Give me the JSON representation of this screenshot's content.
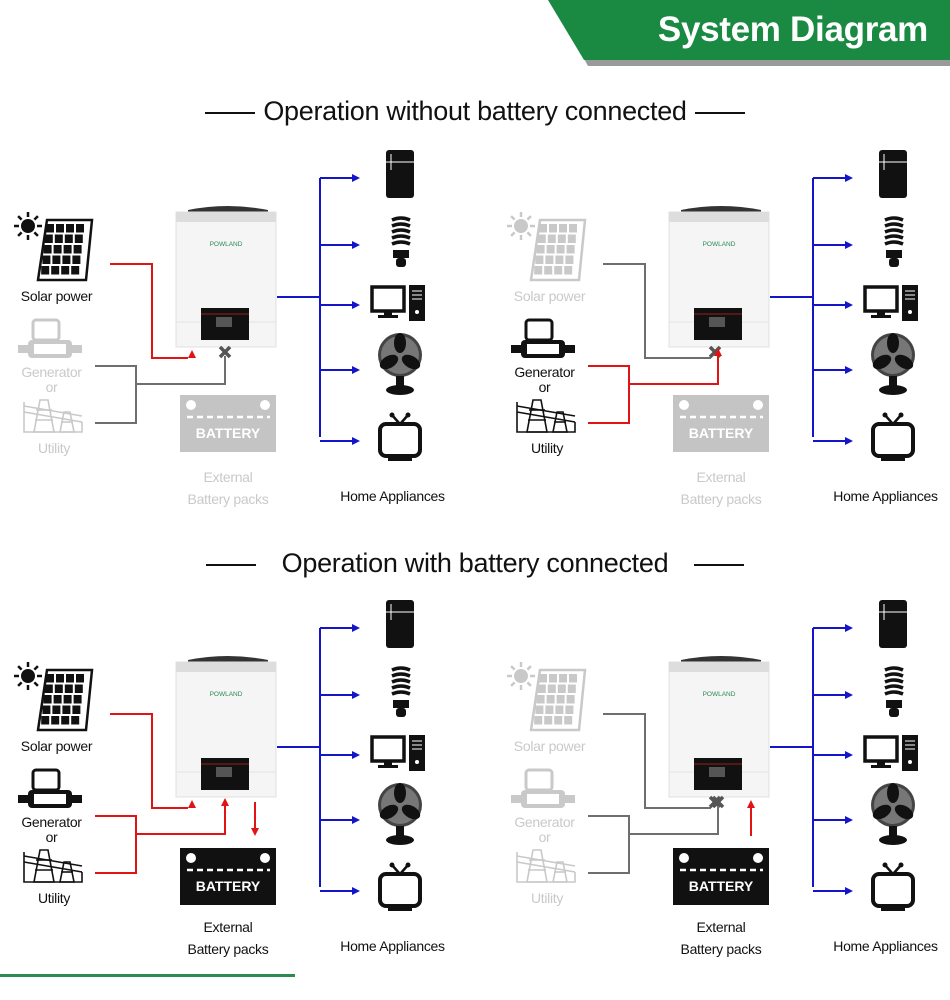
{
  "header": {
    "title": "System Diagram",
    "banner_color": "#1a8a43",
    "banner_shadow": "#9a9a9a"
  },
  "sections": [
    {
      "title": "Operation without battery connected"
    },
    {
      "title": "Operation with battery connected"
    }
  ],
  "colors": {
    "active_line": "#e01414",
    "inactive_line": "#6e6e6e",
    "output_line": "#1414c8",
    "dimmed": "#c9c9c9",
    "active_icon": "#111111"
  },
  "brand": "POWLAND",
  "panels": [
    {
      "id": "no-battery-solar",
      "solar_active": true,
      "grid_active": false,
      "battery_active": false,
      "labels": {
        "solar": "Solar power",
        "generator": "Generator",
        "or": "or",
        "utility": "Utility",
        "battery_line1": "External",
        "battery_line2": "Battery packs",
        "appliances": "Home Appliances"
      },
      "battery_text": "BATTERY"
    },
    {
      "id": "no-battery-grid",
      "solar_active": false,
      "grid_active": true,
      "battery_active": false,
      "labels": {
        "solar": "Solar power",
        "generator": "Generator",
        "or": "or",
        "utility": "Utility",
        "battery_line1": "External",
        "battery_line2": "Battery packs",
        "appliances": "Home Appliances"
      },
      "battery_text": "BATTERY"
    },
    {
      "id": "battery-charging",
      "solar_active": true,
      "grid_active": true,
      "battery_active": true,
      "battery_direction": "charge",
      "labels": {
        "solar": "Solar power",
        "generator": "Generator",
        "or": "or",
        "utility": "Utility",
        "battery_line1": "External",
        "battery_line2": "Battery packs",
        "appliances": "Home Appliances"
      },
      "battery_text": "BATTERY"
    },
    {
      "id": "battery-discharging",
      "solar_active": false,
      "grid_active": false,
      "battery_active": true,
      "battery_direction": "discharge",
      "labels": {
        "solar": "Solar power",
        "generator": "Generator",
        "or": "or",
        "utility": "Utility",
        "battery_line1": "External",
        "battery_line2": "Battery packs",
        "appliances": "Home Appliances"
      },
      "battery_text": "BATTERY"
    }
  ],
  "appliances": [
    "refrigerator-icon",
    "cfl-bulb-icon",
    "computer-icon",
    "fan-icon",
    "tv-icon"
  ]
}
